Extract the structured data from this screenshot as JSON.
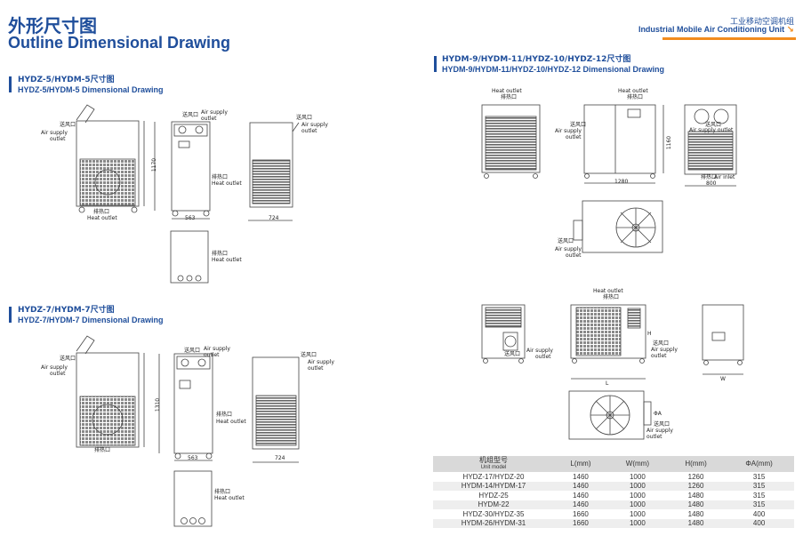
{
  "page": {
    "title_zh": "外形尺寸图",
    "title_en": "Outline Dimensional Drawing",
    "header_zh": "工业移动空调机组",
    "header_en": "Industrial Mobile Air Conditioning Unit",
    "header_arrow": "↘",
    "accent_color": "#f28c1e",
    "brand_color": "#1f4e9b"
  },
  "sections": {
    "s1": {
      "zh": "HYDZ-5/HYDM-5尺寸图",
      "en": "HYDZ-5/HYDM-5 Dimensional Drawing"
    },
    "s2": {
      "zh": "HYDZ-7/HYDM-7尺寸图",
      "en": "HYDZ-7/HYDM-7 Dimensional Drawing"
    },
    "s3": {
      "zh": "HYDM-9/HYDM-11/HYDZ-10/HYDZ-12尺寸图",
      "en": "HYDM-9/HYDM-11/HYDZ-10/HYDZ-12 Dimensional Drawing"
    }
  },
  "labels": {
    "supply_zh": "送风口",
    "supply_en1": "Air supply",
    "supply_en2": "outlet",
    "heat_zh": "排热口",
    "heat_en": "Heat outlet",
    "air_inlet": "Air inlet",
    "phi": "ΦA"
  },
  "dims": {
    "d5_h": "1170",
    "d5_w": "563",
    "d5_d": "724",
    "d7_h": "1310",
    "d7_w": "563",
    "d7_d": "724",
    "d9_w": "1280",
    "d9_h": "1160",
    "d9_d": "800",
    "l": "L",
    "w": "W",
    "h": "H"
  },
  "table": {
    "headers": [
      {
        "zh": "机组型号",
        "en": "Unit model"
      },
      {
        "zh": "",
        "en": "L(mm)"
      },
      {
        "zh": "",
        "en": "W(mm)"
      },
      {
        "zh": "",
        "en": "H(mm)"
      },
      {
        "zh": "",
        "en": "ΦA(mm)"
      }
    ],
    "rows": [
      [
        "HYDZ-17/HYDZ-20",
        "1460",
        "1000",
        "1260",
        "315"
      ],
      [
        "HYDM-14/HYDM-17",
        "1460",
        "1000",
        "1260",
        "315"
      ],
      [
        "HYDZ-25",
        "1460",
        "1000",
        "1480",
        "315"
      ],
      [
        "HYDM-22",
        "1460",
        "1000",
        "1480",
        "315"
      ],
      [
        "HYDZ-30/HYDZ-35",
        "1660",
        "1000",
        "1480",
        "400"
      ],
      [
        "HYDM-26/HYDM-31",
        "1660",
        "1000",
        "1480",
        "400"
      ]
    ]
  }
}
